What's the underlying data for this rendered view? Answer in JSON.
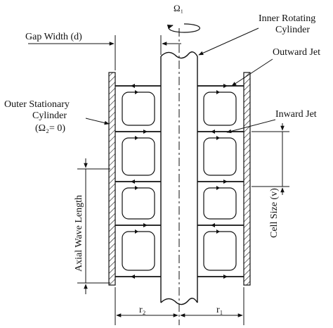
{
  "labels": {
    "omega_inner": "Ω₁",
    "inner_cylinder_line1": "Inner Rotating",
    "inner_cylinder_line2": "Cylinder",
    "gap_width": "Gap Width (d)",
    "outward_jet": "Outward Jet",
    "inward_jet": "Inward Jet",
    "outer_cylinder_line1": "Outer Stationary",
    "outer_cylinder_line2": "Cylinder",
    "outer_cylinder_line3": "(Ω₂= 0)",
    "axial_wave_length": "Axial Wave Length",
    "cell_size": "Cell Size (v)",
    "r2": "r₂",
    "r1": "r₁"
  },
  "colors": {
    "ink": "#111111",
    "background": "#ffffff"
  }
}
